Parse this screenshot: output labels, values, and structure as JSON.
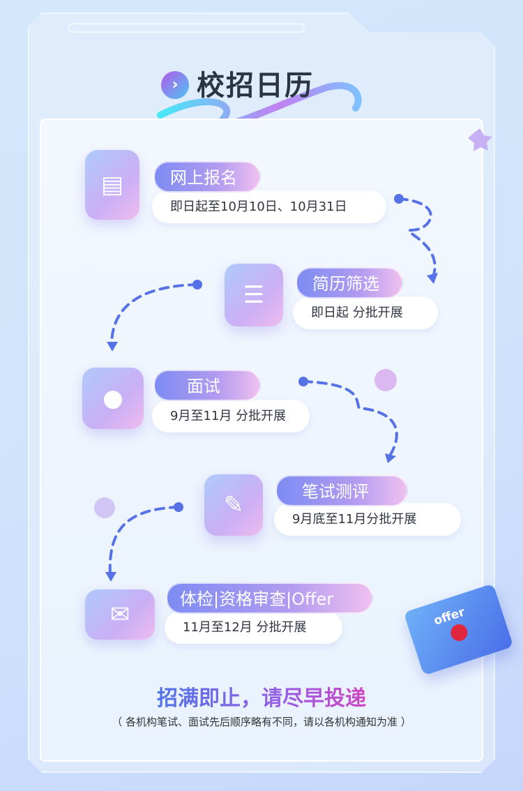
{
  "title": "校招日历",
  "steps": [
    {
      "label": "网上报名",
      "detail": "即日起至10月10日、10月31日"
    },
    {
      "label": "简历筛选",
      "detail": "即日起 分批开展"
    },
    {
      "label": "面试",
      "detail": "9月至11月 分批开展"
    },
    {
      "label": "笔试测评",
      "detail": "9月底至11月分批开展"
    },
    {
      "label": "体检|资格审查|Offer",
      "detail": "11月至12月 分批开展"
    }
  ],
  "offer_envelope": "offer",
  "notice": "招满即止，请尽早投递",
  "footnote": "（ 各机构笔试、面试先后顺序略有不同，请以各机构通知为准 ）"
}
